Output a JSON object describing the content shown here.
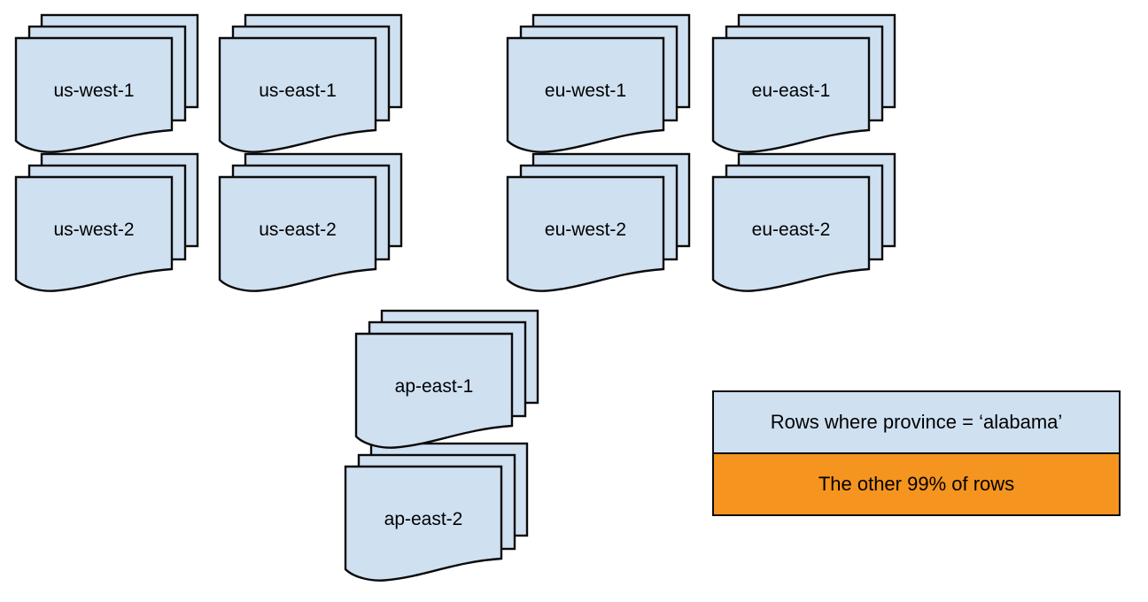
{
  "palette": {
    "doc_fill_blue": "#cfe0f1",
    "doc_fill_orange": "#f5941f",
    "stroke": "#0a0a0a",
    "background": "#ffffff"
  },
  "stacks": [
    {
      "label": "us-west-1",
      "fill": "#cfe0f1"
    },
    {
      "label": "us-east-1",
      "fill": "#f5941f"
    },
    {
      "label": "eu-west-1",
      "fill": "#cfe0f1"
    },
    {
      "label": "eu-east-1",
      "fill": "#cfe0f1"
    },
    {
      "label": "us-west-2",
      "fill": "#cfe0f1"
    },
    {
      "label": "us-east-2",
      "fill": "#cfe0f1"
    },
    {
      "label": "eu-west-2",
      "fill": "#cfe0f1"
    },
    {
      "label": "eu-east-2",
      "fill": "#cfe0f1"
    },
    {
      "label": "ap-east-1",
      "fill": "#cfe0f1"
    },
    {
      "label": "ap-east-2",
      "fill": "#cfe0f1"
    }
  ],
  "legend": {
    "items": [
      {
        "label": "Rows where province = ‘alabama’",
        "fill": "#cfe0f1"
      },
      {
        "label": "The other 99% of rows",
        "fill": "#f5941f"
      }
    ]
  }
}
